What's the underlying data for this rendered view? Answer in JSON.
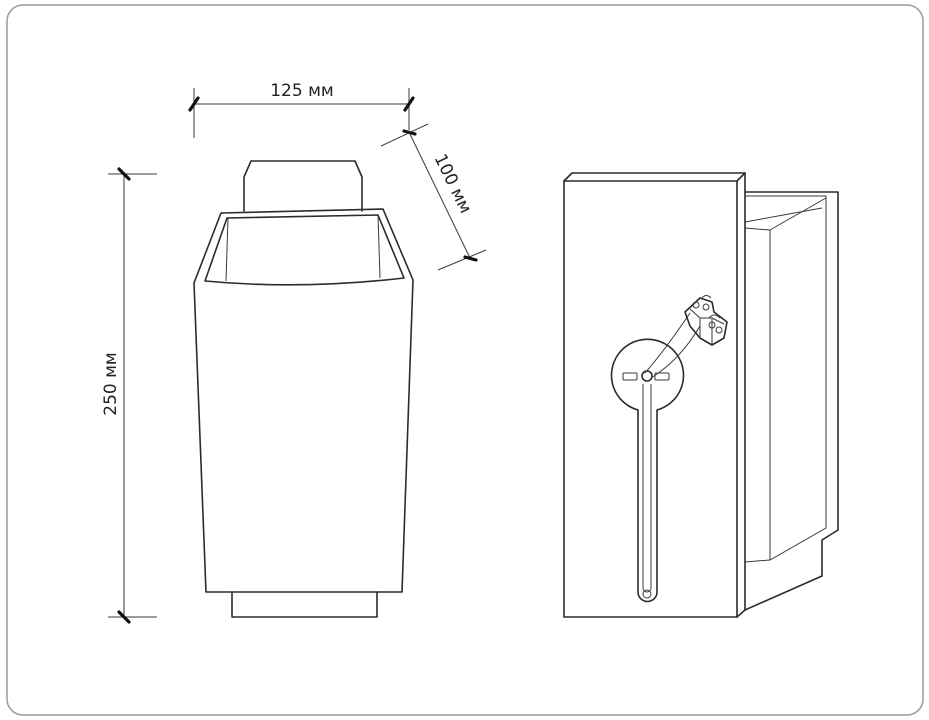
{
  "dimensions": {
    "width_label": "125 мм",
    "depth_label": "100 мм",
    "height_label": "250 мм"
  },
  "colors": {
    "line": "#2b2b2b",
    "frame": "#9a9a9a",
    "background": "#ffffff"
  }
}
